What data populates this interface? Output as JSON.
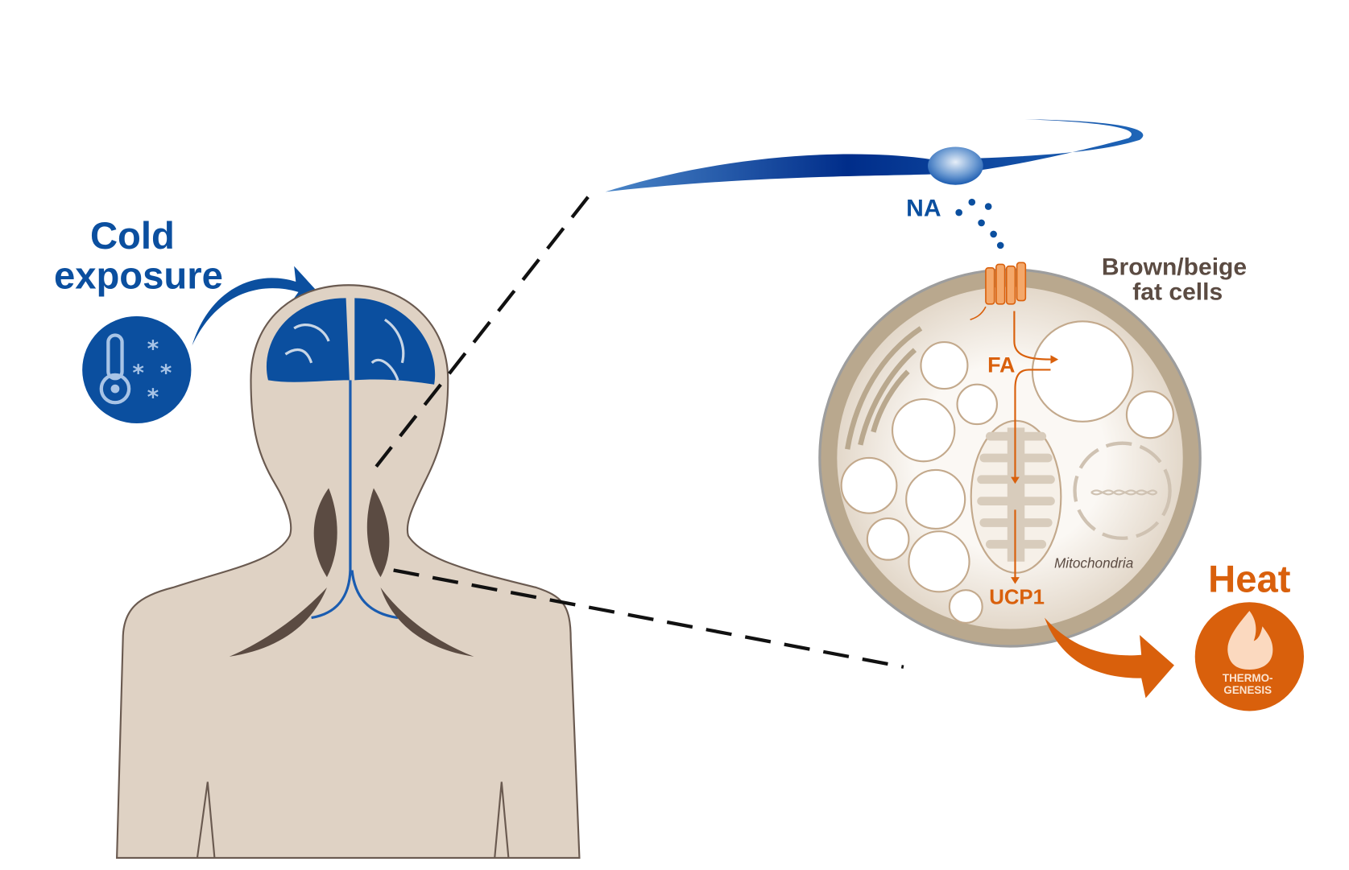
{
  "labels": {
    "cold_line1": "Cold",
    "cold_line2": "exposure",
    "na": "NA",
    "cell_line1": "Brown/beige",
    "cell_line2": "fat cells",
    "fa": "FA",
    "mitochondria": "Mitochondria",
    "ucp1": "UCP1",
    "heat": "Heat",
    "thermo_line1": "THERMO-",
    "thermo_line2": "GENESIS"
  },
  "colors": {
    "blue": "#0b4f9f",
    "orange": "#d9600c",
    "skin": "#dfd2c4",
    "fat_dark": "#5b4b42",
    "cell_border": "#b9a88e",
    "cell_inner": "#efe8de"
  },
  "icons": [
    "thermometer-snow-icon",
    "flame-icon",
    "receptor-icon",
    "dna-icon"
  ]
}
